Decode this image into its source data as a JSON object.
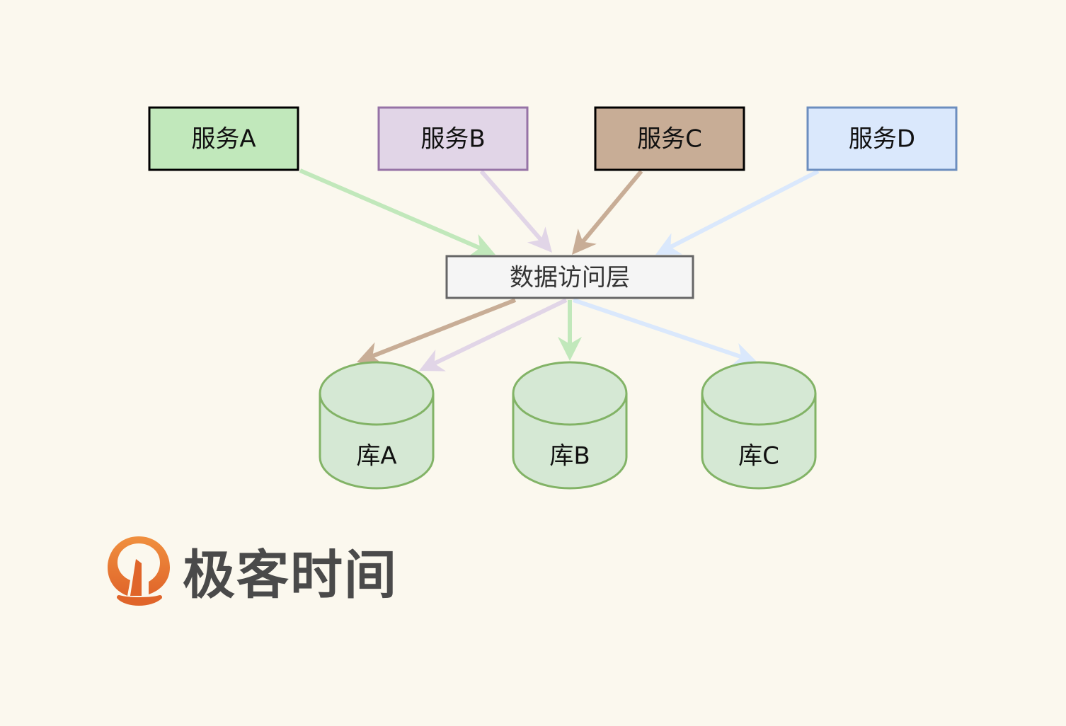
{
  "diagram": {
    "background": "#fbf8ee",
    "services": [
      {
        "id": "svcA",
        "label": "服务A",
        "fill": "#c1e8bb",
        "stroke": "#000000"
      },
      {
        "id": "svcB",
        "label": "服务B",
        "fill": "#e1d5e7",
        "stroke": "#9673a6"
      },
      {
        "id": "svcC",
        "label": "服务C",
        "fill": "#c8ad96",
        "stroke": "#000000"
      },
      {
        "id": "svcD",
        "label": "服务D",
        "fill": "#dae8fc",
        "stroke": "#6c8ebf"
      }
    ],
    "access_layer": {
      "id": "dal",
      "label": "数据访问层",
      "fill": "#f5f5f5",
      "stroke": "#666666"
    },
    "databases": [
      {
        "id": "dbA",
        "label": "库A",
        "fill": "#d5e8d4",
        "stroke": "#82b366"
      },
      {
        "id": "dbB",
        "label": "库B",
        "fill": "#d5e8d4",
        "stroke": "#82b366"
      },
      {
        "id": "dbC",
        "label": "库C",
        "fill": "#d5e8d4",
        "stroke": "#82b366"
      }
    ],
    "edges": [
      {
        "from": "svcA",
        "to": "dal",
        "color": "#c1e8bb"
      },
      {
        "from": "svcB",
        "to": "dal",
        "color": "#e1d5e7"
      },
      {
        "from": "svcC",
        "to": "dal",
        "color": "#c8ad96"
      },
      {
        "from": "svcD",
        "to": "dal",
        "color": "#dae8fc"
      },
      {
        "from": "dal",
        "to": "dbA",
        "color": "#c8ad96"
      },
      {
        "from": "dal",
        "to": "dbA",
        "color": "#e1d5e7"
      },
      {
        "from": "dal",
        "to": "dbB",
        "color": "#c1e8bb"
      },
      {
        "from": "dal",
        "to": "dbC",
        "color": "#dae8fc"
      }
    ]
  },
  "logo": {
    "text": "极客时间",
    "icon": "geektime-logo-icon",
    "icon_color": "#e8772e"
  }
}
